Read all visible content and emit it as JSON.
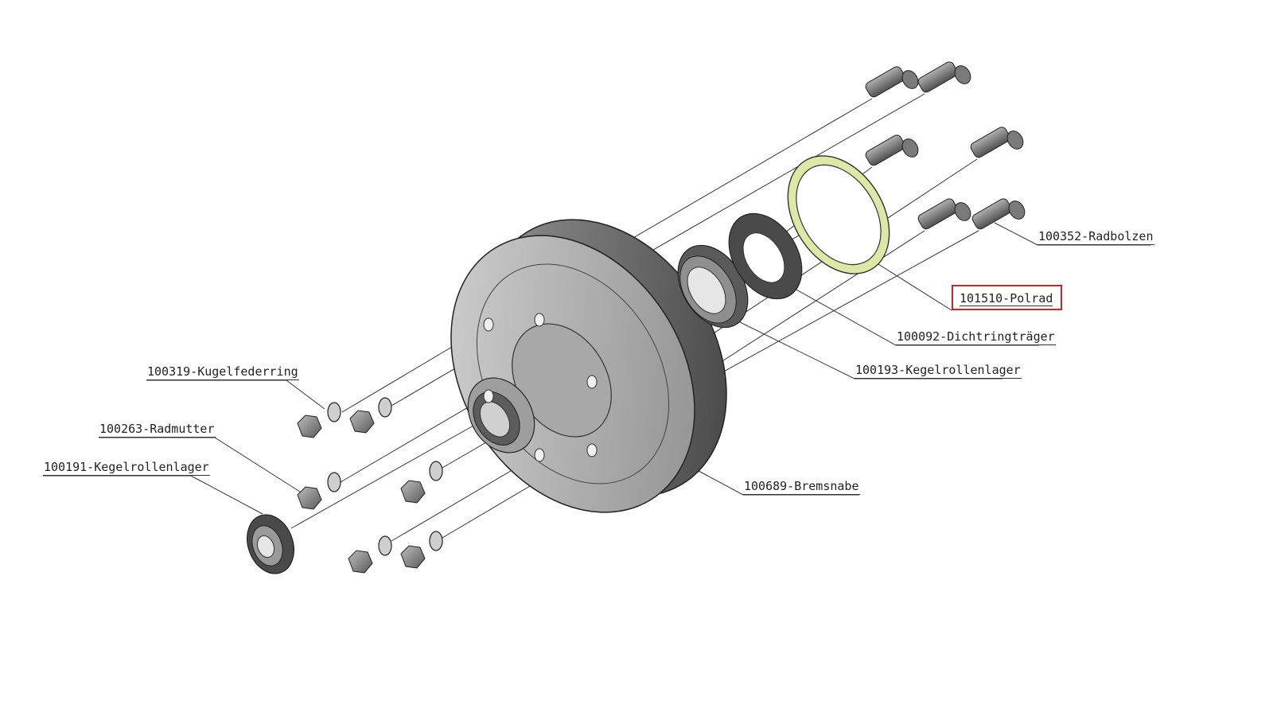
{
  "diagram": {
    "parts": [
      {
        "id": "radbolzen",
        "label": "100352-Radbolzen"
      },
      {
        "id": "polrad",
        "label": "101510-Polrad",
        "highlighted": true
      },
      {
        "id": "dichtringtraeger",
        "label": "100092-Dichtringträger"
      },
      {
        "id": "kegelrollenlager_inner",
        "label": "100193-Kegelrollenlager"
      },
      {
        "id": "kugelfederring",
        "label": "100319-Kugelfederring"
      },
      {
        "id": "radmutter",
        "label": "100263-Radmutter"
      },
      {
        "id": "kegelrollenlager_outer",
        "label": "100191-Kegelrollenlager"
      },
      {
        "id": "bremsnabe",
        "label": "100689-Bremsnabe"
      }
    ],
    "colors": {
      "highlight_box": "#c62828",
      "polrad_fill": "#dfe7a6",
      "metal_dark": "#4a4a4a",
      "metal_mid": "#8a8a8a",
      "metal_light": "#c8c8c8"
    }
  }
}
